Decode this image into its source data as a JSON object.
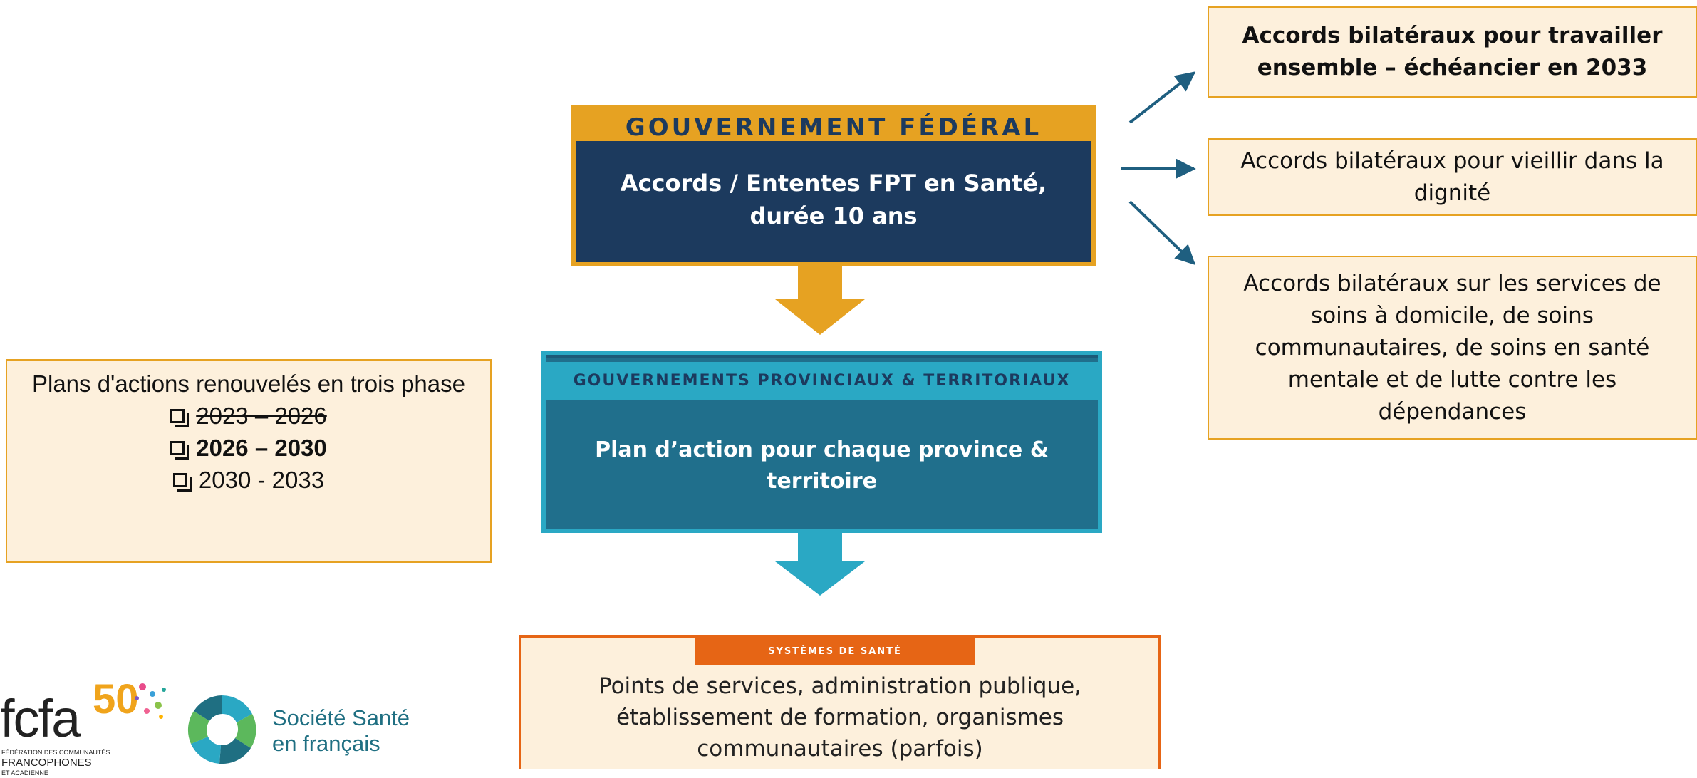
{
  "federal": {
    "title": "GOUVERNEMENT FÉDÉRAL",
    "body": "Accords / Ententes FPT en Santé, durée 10 ans"
  },
  "provincial": {
    "title": "GOUVERNEMENTS PROVINCIAUX & TERRITORIAUX",
    "body": "Plan d’action pour chaque province & territoire"
  },
  "systems": {
    "title": "SYSTÈMES DE SANTÉ",
    "body": "Points de services, administration publique, établissement de formation, organismes communautaires (parfois)"
  },
  "agreements": [
    {
      "text": "Accords bilatéraux pour travailler ensemble – échéancier en 2033",
      "bold": true
    },
    {
      "text": "Accords bilatéraux pour vieillir dans la dignité",
      "bold": false
    },
    {
      "text": "Accords bilatéraux sur les services de soins à domicile, de soins communautaires, de soins en santé mentale et de lutte contre les dépendances",
      "bold": false
    }
  ],
  "plans": {
    "title": "Plans d'actions renouvelés en trois phase",
    "phases": [
      {
        "label": "2023 – 2026",
        "state": "done"
      },
      {
        "label": "2026 – 2030",
        "state": "current"
      },
      {
        "label": "2030 - 2033",
        "state": "upcoming"
      }
    ]
  },
  "logos": {
    "fcfa": {
      "wordmark": "fcfa",
      "anniversary": "50",
      "line1": "FÉDÉRATION DES COMMUNAUTÉS",
      "line2": "FRANCOPHONES",
      "line3": "ET ACADIENNE"
    },
    "ssf": {
      "line1": "Société Santé",
      "line2": "en français"
    }
  },
  "colors": {
    "navy": "#1c3a5e",
    "gold": "#e6a222",
    "teal": "#2aa8c4",
    "teal_dark": "#206f8c",
    "orange": "#e66515",
    "cream": "#fdf0dc",
    "arrow": "#1f5f80"
  }
}
